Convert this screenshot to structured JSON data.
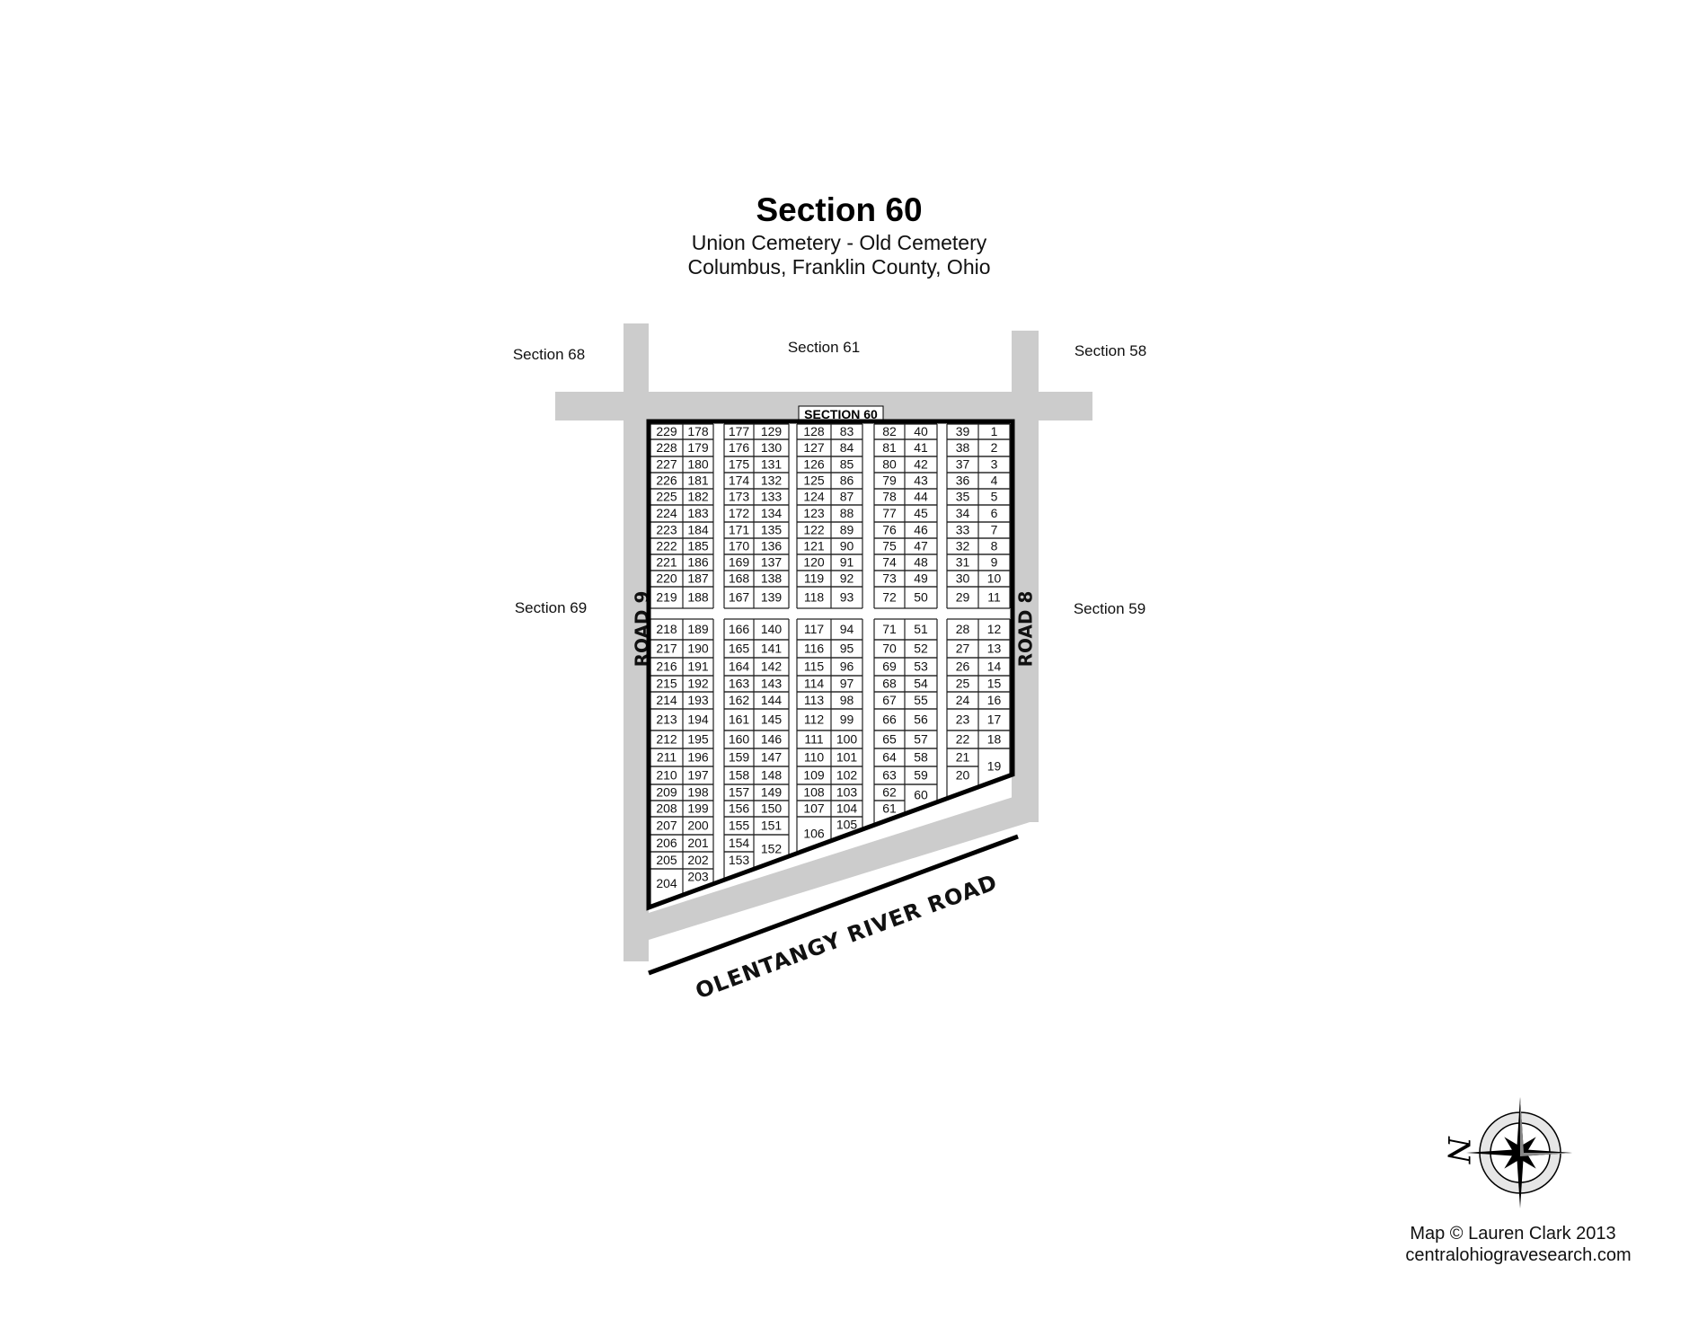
{
  "header": {
    "title": "Section 60",
    "subtitle_1": "Union Cemetery - Old Cemetery",
    "subtitle_2": "Columbus, Franklin County, Ohio"
  },
  "neighbors": {
    "north_west": "Section 68",
    "north": "Section 61",
    "north_east": "Section 58",
    "west": "Section 69",
    "east": "Section 59"
  },
  "roads": {
    "west": "ROAD 9",
    "east": "ROAD 8",
    "south": "OLENTANGY RIVER ROAD"
  },
  "section_label": "SECTION 60",
  "colors": {
    "road": "#cccccc",
    "outline": "#000000",
    "grid": "#222222"
  },
  "upper_blocks": [
    [
      [
        "229",
        "228",
        "227",
        "226",
        "225",
        "224",
        "223",
        "222",
        "221",
        "220",
        "219"
      ],
      [
        "178",
        "179",
        "180",
        "181",
        "182",
        "183",
        "184",
        "185",
        "186",
        "187",
        "188"
      ]
    ],
    [
      [
        "177",
        "176",
        "175",
        "174",
        "173",
        "172",
        "171",
        "170",
        "169",
        "168",
        "167"
      ],
      [
        "129",
        "130",
        "131",
        "132",
        "133",
        "134",
        "135",
        "136",
        "137",
        "138",
        "139"
      ]
    ],
    [
      [
        "128",
        "127",
        "126",
        "125",
        "124",
        "123",
        "122",
        "121",
        "120",
        "119",
        "118"
      ],
      [
        "83",
        "84",
        "85",
        "86",
        "87",
        "88",
        "89",
        "90",
        "91",
        "92",
        "93"
      ]
    ],
    [
      [
        "82",
        "81",
        "80",
        "79",
        "78",
        "77",
        "76",
        "75",
        "74",
        "73",
        "72"
      ],
      [
        "40",
        "41",
        "42",
        "43",
        "44",
        "45",
        "46",
        "47",
        "48",
        "49",
        "50"
      ]
    ],
    [
      [
        "39",
        "38",
        "37",
        "36",
        "35",
        "34",
        "33",
        "32",
        "31",
        "30",
        "29"
      ],
      [
        "1",
        "2",
        "3",
        "4",
        "5",
        "6",
        "7",
        "8",
        "9",
        "10",
        "11"
      ]
    ]
  ],
  "lower_blocks": [
    [
      [
        "218",
        "217",
        "216",
        "215",
        "214",
        "213",
        "212",
        "211",
        "210",
        "209",
        "208",
        "207",
        "206",
        "205",
        "204"
      ],
      [
        "189",
        "190",
        "191",
        "192",
        "193",
        "194",
        "195",
        "196",
        "197",
        "198",
        "199",
        "200",
        "201",
        "202",
        "203"
      ]
    ],
    [
      [
        "166",
        "165",
        "164",
        "163",
        "162",
        "161",
        "160",
        "159",
        "158",
        "157",
        "156",
        "155",
        "154",
        "153"
      ],
      [
        "140",
        "141",
        "142",
        "143",
        "144",
        "145",
        "146",
        "147",
        "148",
        "149",
        "150",
        "151",
        "152",
        ""
      ]
    ],
    [
      [
        "117",
        "116",
        "115",
        "114",
        "113",
        "112",
        "111",
        "110",
        "109",
        "108",
        "107",
        "106",
        ""
      ],
      [
        "94",
        "95",
        "96",
        "97",
        "98",
        "99",
        "100",
        "101",
        "102",
        "103",
        "104",
        "105"
      ]
    ],
    [
      [
        "71",
        "70",
        "69",
        "68",
        "67",
        "66",
        "65",
        "64",
        "63",
        "62",
        "61"
      ],
      [
        "51",
        "52",
        "53",
        "54",
        "55",
        "56",
        "57",
        "58",
        "59",
        "60",
        ""
      ]
    ],
    [
      [
        "28",
        "27",
        "26",
        "25",
        "24",
        "23",
        "22",
        "21",
        "20"
      ],
      [
        "12",
        "13",
        "14",
        "15",
        "16",
        "17",
        "18",
        "19",
        ""
      ]
    ]
  ],
  "compass": {
    "north_letter": "N"
  },
  "credits": {
    "line_1": "Map © Lauren Clark 2013",
    "line_2": "centralohiogravesearch.com"
  }
}
